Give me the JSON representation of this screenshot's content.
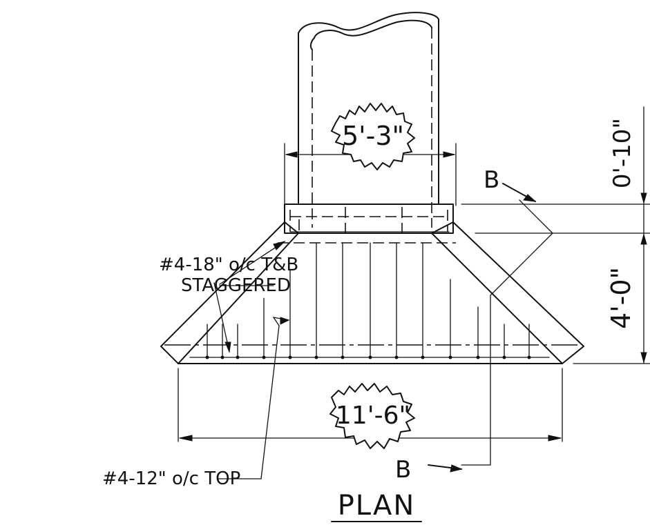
{
  "drawing": {
    "title": "PLAN",
    "dimensions": {
      "column_width": "5'-3\"",
      "base_width": "11'-6\"",
      "cap_height": "0'-10\"",
      "footing_depth": "4'-0\""
    },
    "notes": {
      "rebar_staggered_line1": "#4-18\" o/c T&B",
      "rebar_staggered_line2": "STAGGERED",
      "rebar_top": "#4-12\" o/c TOP"
    },
    "section_marks": {
      "top": "B",
      "bottom": "B"
    }
  }
}
